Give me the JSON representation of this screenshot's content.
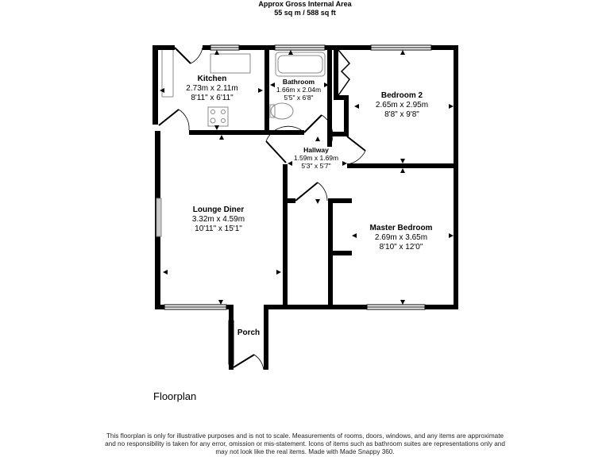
{
  "header": {
    "title": "Approx Gross Internal Area",
    "area": "55 sq m / 588 sq ft"
  },
  "rooms": [
    {
      "name": "Kitchen",
      "metric": "2.73m x 2.11m",
      "imperial": "8'11\" x 6'11\""
    },
    {
      "name": "Bathroom",
      "metric": "1.66m x 2.04m",
      "imperial": "5'5\" x 6'8\""
    },
    {
      "name": "Bedroom 2",
      "metric": "2.65m x 2.95m",
      "imperial": "8'8\" x 9'8\""
    },
    {
      "name": "Hallway",
      "metric": "1.59m x 1.69m",
      "imperial": "5'3\" x 5'7\""
    },
    {
      "name": "Lounge Diner",
      "metric": "3.32m x 4.59m",
      "imperial": "10'11\" x 15'1\""
    },
    {
      "name": "Master Bedroom",
      "metric": "2.69m x 3.65m",
      "imperial": "8'10\" x 12'0\""
    },
    {
      "name": "Porch"
    }
  ],
  "floor_title": "Floorplan",
  "disclaimer": {
    "line1": "This floorplan is only for illustrative purposes and is not to scale. Measurements of rooms, doors, windows, and any items are approximate",
    "line2": "and no responsibility is taken for any error, omission or mis-statement. Icons of items such as bathroom suites are representations only and",
    "line3": "may not look like the real items. Made with Made Snappy 360."
  },
  "colors": {
    "wall": "#000000",
    "background": "#ffffff",
    "fixture": "#888888"
  }
}
